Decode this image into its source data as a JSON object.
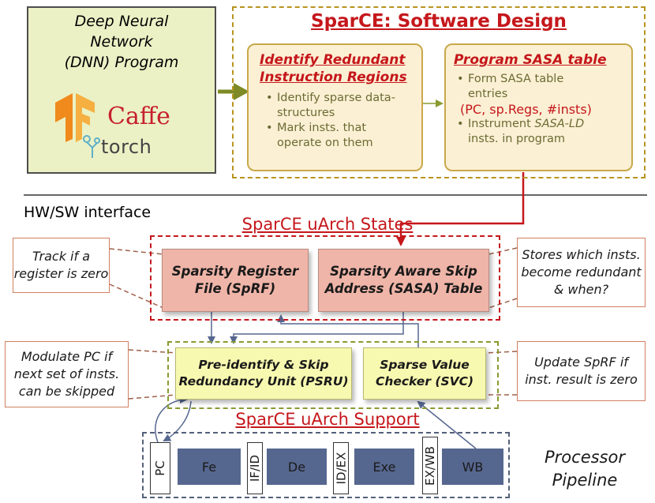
{
  "dnn_program": {
    "title_lines": [
      "Deep Neural",
      "Network",
      "(DNN) Program"
    ],
    "framework_logos": [
      {
        "name": "tensorflow-logo",
        "color": "#f08a1c"
      },
      {
        "name": "caffe",
        "text": "Caffe",
        "color": "#c6202e"
      },
      {
        "name": "torch",
        "text": "torch",
        "color": "#444444"
      }
    ]
  },
  "software_design": {
    "title": "SparCE: Software Design",
    "identify_regions": {
      "heading_lines": [
        "Identify Redundant",
        "Instruction Regions"
      ],
      "bullets": [
        [
          "Identify sparse data-",
          "structures"
        ],
        [
          "Mark insts. that",
          "operate on them"
        ]
      ]
    },
    "program_sasa": {
      "heading": "Program SASA table",
      "bullet1_lines": [
        "Form SASA table",
        "entries"
      ],
      "tuple": "(PC, sp.Regs, #insts)",
      "bullet2_prefix": "Instrument ",
      "bullet2_em": "SASA-LD",
      "bullet2_suffix": "insts. in program"
    }
  },
  "hw_sw_interface": "HW/SW interface",
  "uarch_states": {
    "title": "SparCE uArch States",
    "sprf_lines": [
      "Sparsity Register",
      "File (SpRF)"
    ],
    "sasa_lines": [
      "Sparsity Aware Skip",
      "Address (SASA) Table"
    ]
  },
  "notes": {
    "track_lines": [
      "Track if a",
      "register is zero"
    ],
    "stores_lines": [
      "Stores which insts.",
      "become redundant",
      "& when?"
    ],
    "modulate_lines": [
      "Modulate PC if",
      "next set of insts.",
      "can be skipped"
    ],
    "update_lines": [
      "Update SpRF if",
      "inst. result is zero"
    ]
  },
  "uarch_support": {
    "title": "SparCE uArch Support",
    "psru_lines": [
      "Pre-identify & Skip",
      "Redundancy Unit (PSRU)"
    ],
    "svc_lines": [
      "Sparse Value",
      "Checker (SVC)"
    ]
  },
  "pipeline": {
    "latches": [
      "PC",
      "IF/ID",
      "ID/EX",
      "EX/WB"
    ],
    "stages": [
      "Fe",
      "De",
      "Exe",
      "WB"
    ],
    "label_lines": [
      "Processor",
      "Pipeline"
    ]
  },
  "colors": {
    "accent_red": "#c5171b",
    "arrow_olive": "#8a9a30",
    "arrow_blue": "#56678f",
    "stage_fill": "#56678f"
  }
}
